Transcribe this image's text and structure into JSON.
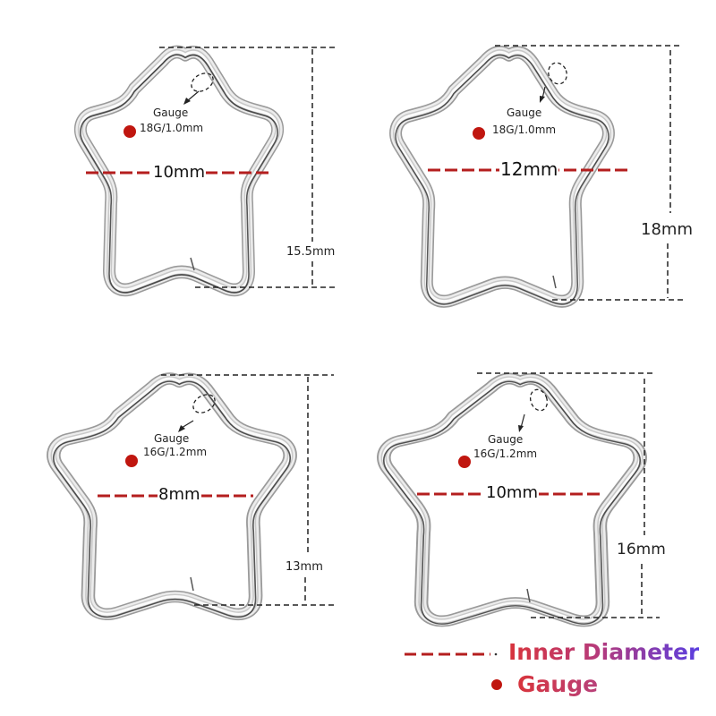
{
  "products": [
    {
      "id": "star-10mm-18g",
      "inner_diameter": "10mm",
      "height": "15.5mm",
      "gauge_title": "Gauge",
      "gauge_value": "18G/1.0mm"
    },
    {
      "id": "star-12mm-18g",
      "inner_diameter": "12mm",
      "height": "18mm",
      "gauge_title": "Gauge",
      "gauge_value": "18G/1.0mm"
    },
    {
      "id": "star-8mm-16g",
      "inner_diameter": "8mm",
      "height": "13mm",
      "gauge_title": "Gauge",
      "gauge_value": "16G/1.2mm"
    },
    {
      "id": "star-10mm-16g",
      "inner_diameter": "10mm",
      "height": "16mm",
      "gauge_title": "Gauge",
      "gauge_value": "16G/1.2mm"
    }
  ],
  "legend": {
    "inner_diameter_label": "Inner Diameter",
    "gauge_label": "Gauge"
  },
  "colors": {
    "diameter_line": "#b41e1e",
    "gauge_dot": "#c0160f",
    "dimension_line": "#222222",
    "metal_light": "#f4f4f4",
    "metal_mid": "#b9b9b9",
    "metal_dark": "#1e1e1e"
  }
}
